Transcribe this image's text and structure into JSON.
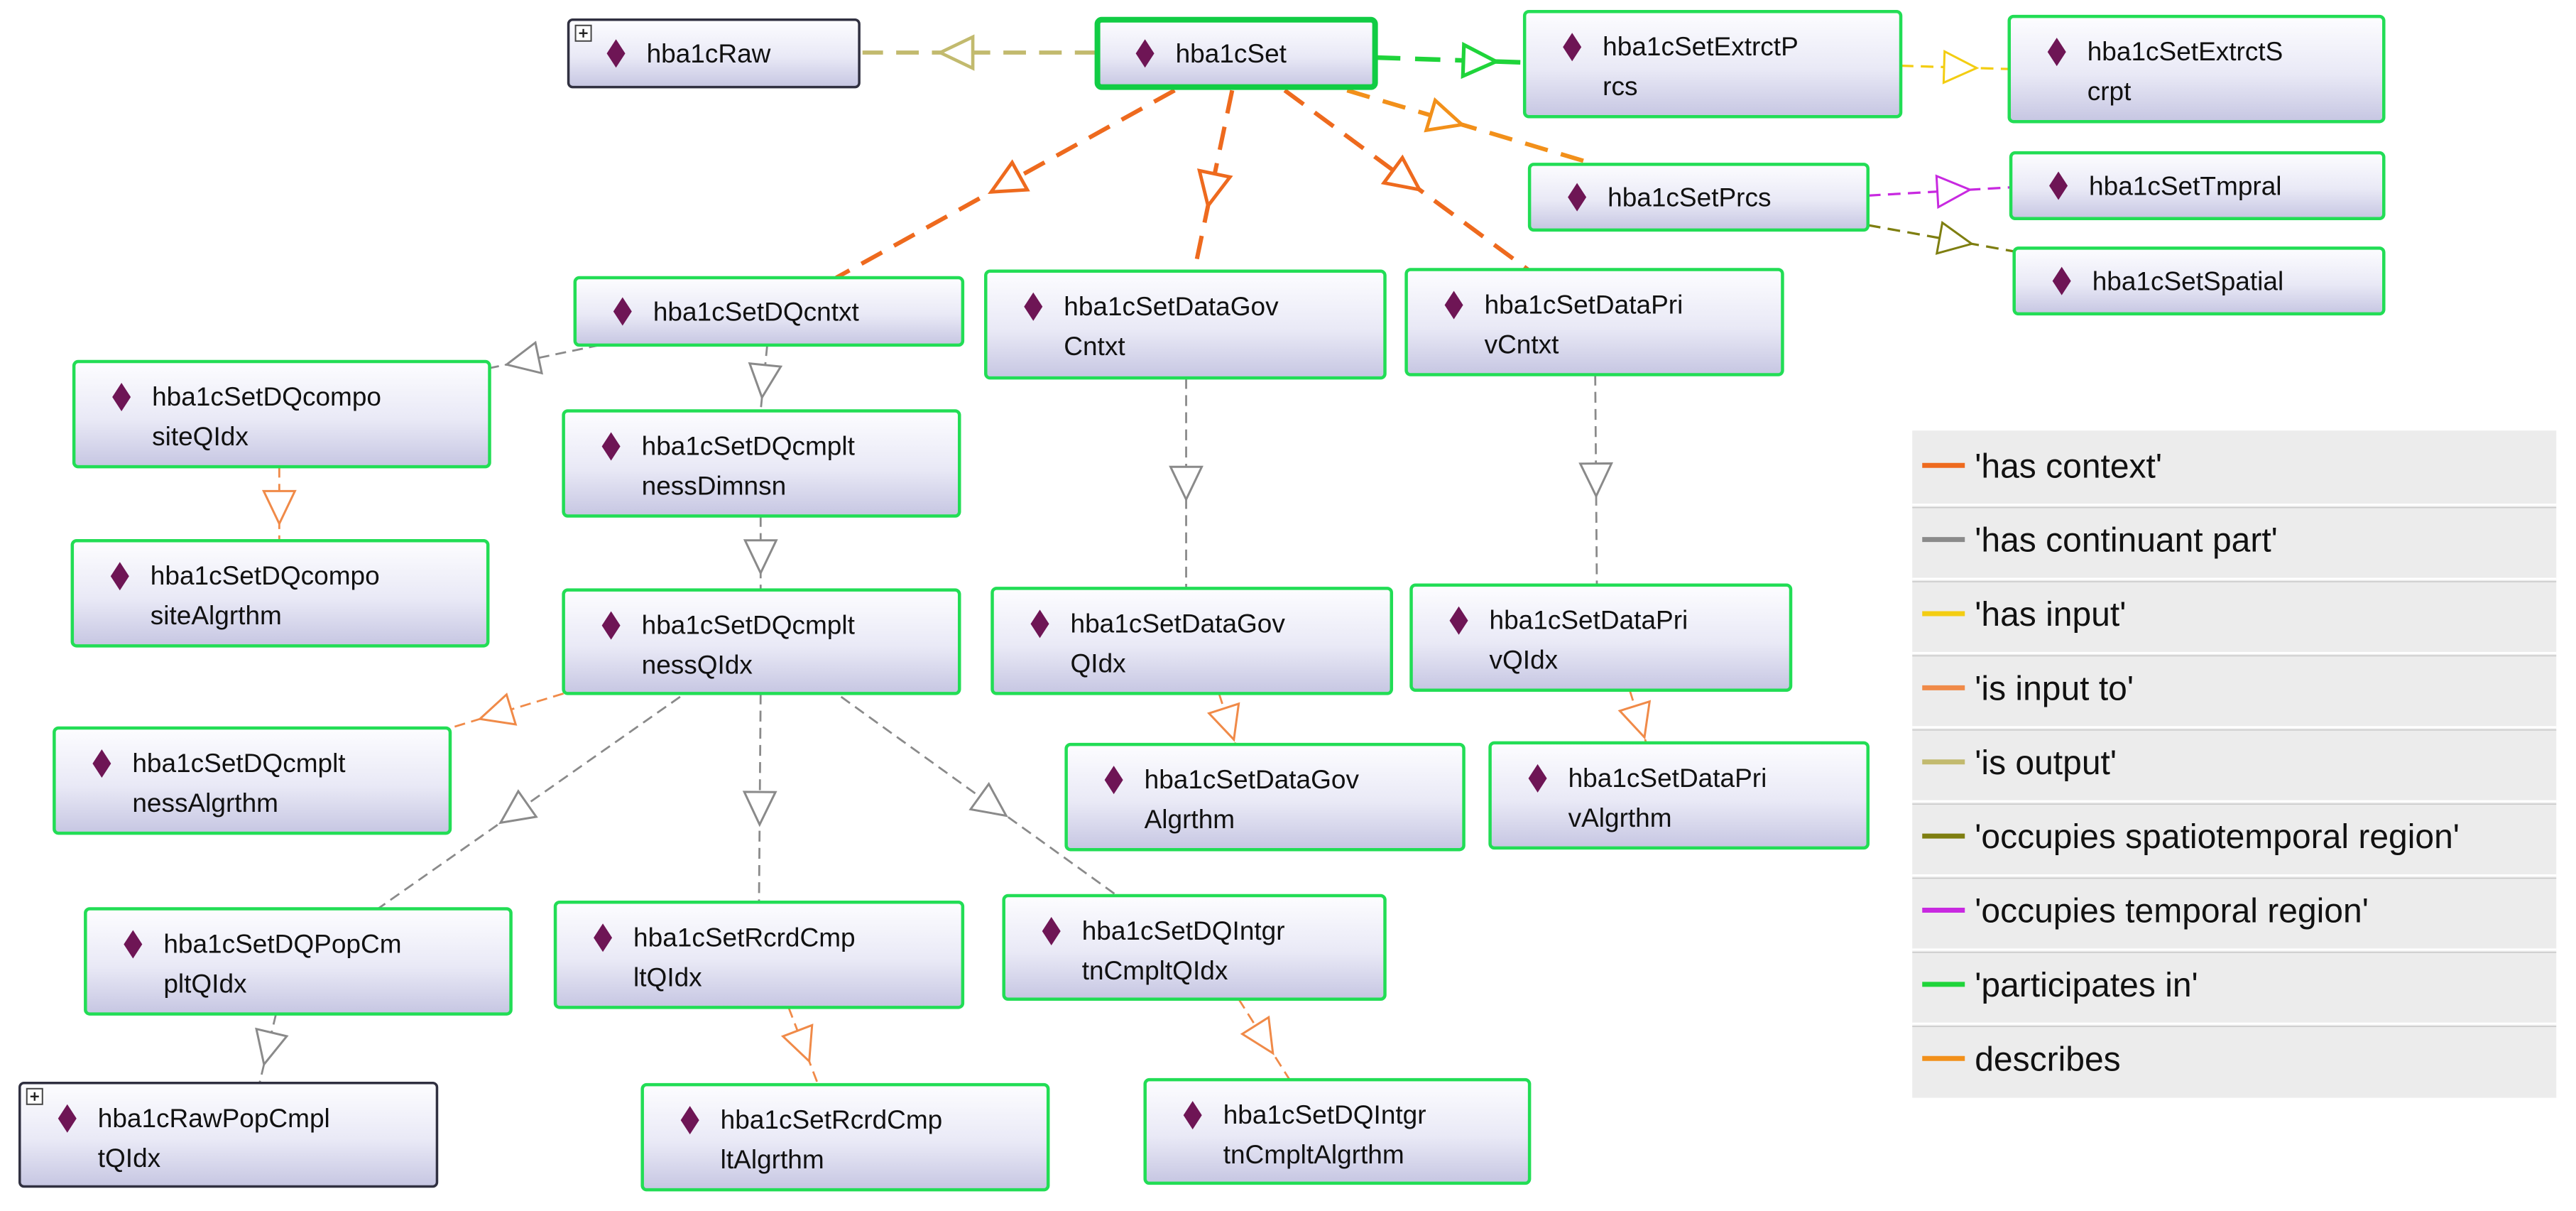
{
  "nodes": {
    "hba1cRaw": {
      "lines": [
        "hba1cRaw"
      ],
      "expandable": true
    },
    "hba1cSet": {
      "lines": [
        "hba1cSet"
      ],
      "selected": true
    },
    "hba1cSetExtrctPrcs": {
      "lines": [
        "hba1cSetExtrctP",
        "rcs"
      ]
    },
    "hba1cSetExtrctScrpt": {
      "lines": [
        "hba1cSetExtrctS",
        "crpt"
      ]
    },
    "hba1cSetPrcs": {
      "lines": [
        "hba1cSetPrcs"
      ]
    },
    "hba1cSetTmpral": {
      "lines": [
        "hba1cSetTmpral"
      ]
    },
    "hba1cSetSpatial": {
      "lines": [
        "hba1cSetSpatial"
      ]
    },
    "hba1cSetDQcntxt": {
      "lines": [
        "hba1cSetDQcntxt"
      ]
    },
    "hba1cSetDataGovCntxt": {
      "lines": [
        "hba1cSetDataGov",
        "Cntxt"
      ]
    },
    "hba1cSetDataPrivCntxt": {
      "lines": [
        "hba1cSetDataPri",
        "vCntxt"
      ]
    },
    "hba1cSetDQcompositeQIdx": {
      "lines": [
        "hba1cSetDQcompo",
        "siteQIdx"
      ]
    },
    "hba1cSetDQcmpltnessDimnsn": {
      "lines": [
        "hba1cSetDQcmplt",
        "nessDimnsn"
      ]
    },
    "hba1cSetDQcompositeAlgrthm": {
      "lines": [
        "hba1cSetDQcompo",
        "siteAlgrthm"
      ]
    },
    "hba1cSetDQcmpltnessQIdx": {
      "lines": [
        "hba1cSetDQcmplt",
        "nessQIdx"
      ]
    },
    "hba1cSetDataGovQIdx": {
      "lines": [
        "hba1cSetDataGov",
        "QIdx"
      ]
    },
    "hba1cSetDataPrivQIdx": {
      "lines": [
        "hba1cSetDataPri",
        "vQIdx"
      ]
    },
    "hba1cSetDQcmpltnessAlgrthm": {
      "lines": [
        "hba1cSetDQcmplt",
        "nessAlgrthm"
      ]
    },
    "hba1cSetDataGovAlgrthm": {
      "lines": [
        "hba1cSetDataGov",
        "Algrthm"
      ]
    },
    "hba1cSetDataPrivAlgrthm": {
      "lines": [
        "hba1cSetDataPri",
        "vAlgrthm"
      ]
    },
    "hba1cSetDQPopCmpltQIdx": {
      "lines": [
        "hba1cSetDQPopCm",
        "pltQIdx"
      ]
    },
    "hba1cSetRcrdCmpltQIdx": {
      "lines": [
        "hba1cSetRcrdCmp",
        "ltQIdx"
      ]
    },
    "hba1cSetDQIntgrtnCmpltQIdx": {
      "lines": [
        "hba1cSetDQIntgr",
        "tnCmpltQIdx"
      ]
    },
    "hba1cRawPopCmpltQIdx": {
      "lines": [
        "hba1cRawPopCmpl",
        "tQIdx"
      ],
      "expandable": true
    },
    "hba1cSetRcrdCmpltAlgrthm": {
      "lines": [
        "hba1cSetRcrdCmp",
        "ltAlgrthm"
      ]
    },
    "hba1cSetDQIntgrtnCmpltAlgrthm": {
      "lines": [
        "hba1cSetDQIntgr",
        "tnCmpltAlgrthm"
      ]
    }
  },
  "edges": [
    {
      "from": "hba1cSet",
      "to": "hba1cRaw",
      "relation": "is output"
    },
    {
      "from": "hba1cSet",
      "to": "hba1cSetExtrctPrcs",
      "relation": "participates in"
    },
    {
      "from": "hba1cSetExtrctPrcs",
      "to": "hba1cSetExtrctScrpt",
      "relation": "has input"
    },
    {
      "from": "hba1cSet",
      "to": "hba1cSetPrcs",
      "relation": "describes"
    },
    {
      "from": "hba1cSetPrcs",
      "to": "hba1cSetTmpral",
      "relation": "occupies temporal region"
    },
    {
      "from": "hba1cSetPrcs",
      "to": "hba1cSetSpatial",
      "relation": "occupies spatiotemporal region"
    },
    {
      "from": "hba1cSet",
      "to": "hba1cSetDQcntxt",
      "relation": "has context"
    },
    {
      "from": "hba1cSet",
      "to": "hba1cSetDataGovCntxt",
      "relation": "has context"
    },
    {
      "from": "hba1cSet",
      "to": "hba1cSetDataPrivCntxt",
      "relation": "has context"
    },
    {
      "from": "hba1cSetDQcntxt",
      "to": "hba1cSetDQcompositeQIdx",
      "relation": "has continuant part"
    },
    {
      "from": "hba1cSetDQcntxt",
      "to": "hba1cSetDQcmpltnessDimnsn",
      "relation": "has continuant part"
    },
    {
      "from": "hba1cSetDQcompositeQIdx",
      "to": "hba1cSetDQcompositeAlgrthm",
      "relation": "is input to"
    },
    {
      "from": "hba1cSetDQcmpltnessDimnsn",
      "to": "hba1cSetDQcmpltnessQIdx",
      "relation": "has continuant part"
    },
    {
      "from": "hba1cSetDataGovCntxt",
      "to": "hba1cSetDataGovQIdx",
      "relation": "has continuant part"
    },
    {
      "from": "hba1cSetDataPrivCntxt",
      "to": "hba1cSetDataPrivQIdx",
      "relation": "has continuant part"
    },
    {
      "from": "hba1cSetDQcmpltnessQIdx",
      "to": "hba1cSetDQcmpltnessAlgrthm",
      "relation": "is input to"
    },
    {
      "from": "hba1cSetDataGovQIdx",
      "to": "hba1cSetDataGovAlgrthm",
      "relation": "is input to"
    },
    {
      "from": "hba1cSetDataPrivQIdx",
      "to": "hba1cSetDataPrivAlgrthm",
      "relation": "is input to"
    },
    {
      "from": "hba1cSetDQcmpltnessQIdx",
      "to": "hba1cSetDQPopCmpltQIdx",
      "relation": "has continuant part"
    },
    {
      "from": "hba1cSetDQcmpltnessQIdx",
      "to": "hba1cSetRcrdCmpltQIdx",
      "relation": "has continuant part"
    },
    {
      "from": "hba1cSetDQcmpltnessQIdx",
      "to": "hba1cSetDQIntgrtnCmpltQIdx",
      "relation": "has continuant part"
    },
    {
      "from": "hba1cSetDQPopCmpltQIdx",
      "to": "hba1cRawPopCmpltQIdx",
      "relation": "has continuant part"
    },
    {
      "from": "hba1cSetRcrdCmpltQIdx",
      "to": "hba1cSetRcrdCmpltAlgrthm",
      "relation": "is input to"
    },
    {
      "from": "hba1cSetDQIntgrtnCmpltQIdx",
      "to": "hba1cSetDQIntgrtnCmpltAlgrthm",
      "relation": "is input to"
    }
  ],
  "legend": [
    {
      "label": "'has context'",
      "color": "#ee6a1e"
    },
    {
      "label": "'has continuant part'",
      "color": "#8a8a8a"
    },
    {
      "label": "'has input'",
      "color": "#f3cd12"
    },
    {
      "label": "'is input to'",
      "color": "#f08a48"
    },
    {
      "label": "'is output'",
      "color": "#c2ba6e"
    },
    {
      "label": "'occupies spatiotemporal region'",
      "color": "#7e7e10"
    },
    {
      "label": "'occupies temporal region'",
      "color": "#c829e0"
    },
    {
      "label": "'participates in'",
      "color": "#1fd43a"
    },
    {
      "label": "describes",
      "color": "#f2901a"
    }
  ]
}
